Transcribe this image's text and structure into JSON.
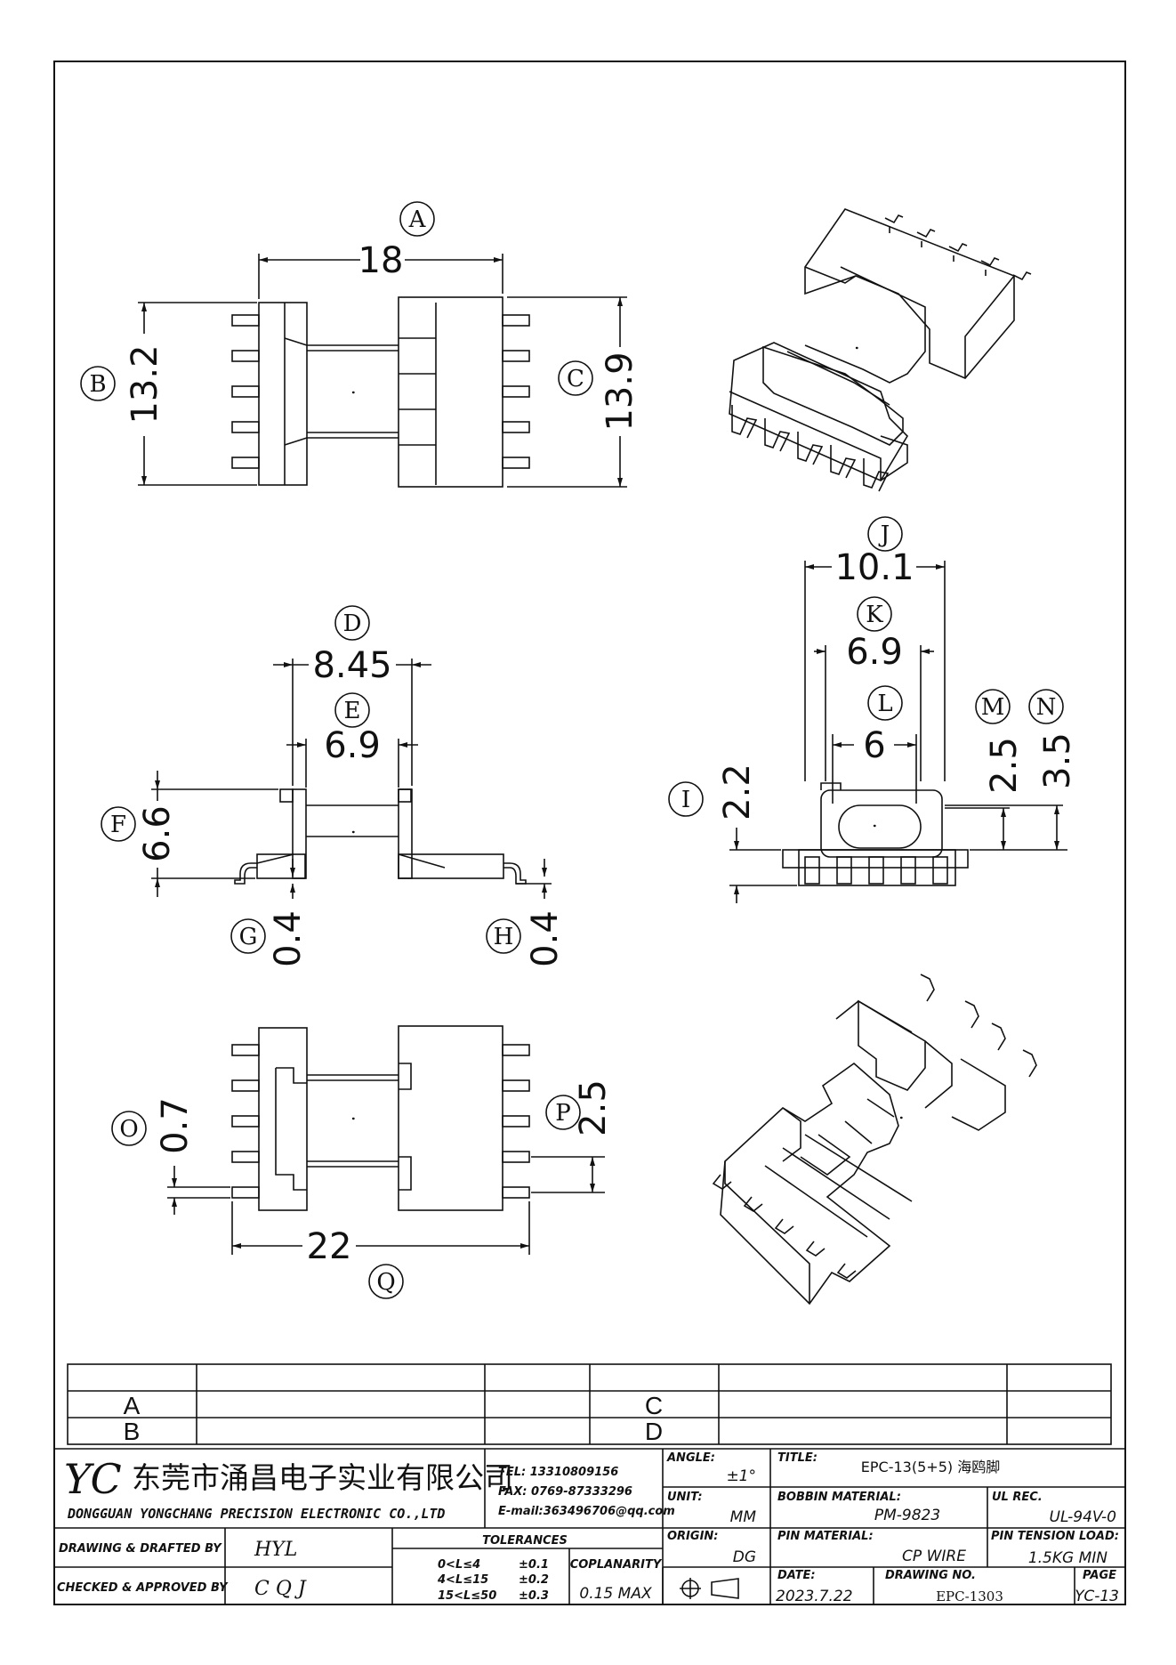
{
  "dimensions": {
    "A": {
      "tag": "A",
      "value": "18"
    },
    "B": {
      "tag": "B",
      "value": "13.2"
    },
    "C": {
      "tag": "C",
      "value": "13.9"
    },
    "D": {
      "tag": "D",
      "value": "8.45"
    },
    "E": {
      "tag": "E",
      "value": "6.9"
    },
    "F": {
      "tag": "F",
      "value": "6.6"
    },
    "G": {
      "tag": "G",
      "value": "0.4"
    },
    "H": {
      "tag": "H",
      "value": "0.4"
    },
    "I": {
      "tag": "I",
      "value": "2.2"
    },
    "J": {
      "tag": "J",
      "value": "10.1"
    },
    "K": {
      "tag": "K",
      "value": "6.9"
    },
    "L": {
      "tag": "L",
      "value": "6"
    },
    "M": {
      "tag": "M",
      "value": "2.5"
    },
    "N": {
      "tag": "N",
      "value": "3.5"
    },
    "O": {
      "tag": "O",
      "value": "0.7"
    },
    "P": {
      "tag": "P",
      "value": "2.5"
    },
    "Q": {
      "tag": "Q",
      "value": "22"
    }
  },
  "revision_table": {
    "row_a": "A",
    "row_b": "B",
    "row_c": "C",
    "row_d": "D"
  },
  "title_block": {
    "logo": "YC",
    "company_cn": "东莞市涌昌电子实业有限公司",
    "company_en": "DONGGUAN YONGCHANG PRECISION ELECTRONIC CO.,LTD",
    "tel": "TEL:  13310809156",
    "fax": "FAX:  0769-87333296",
    "email": "E-mail:363496706@qq.com",
    "angle_label": "ANGLE:",
    "angle_value": "±1°",
    "unit_label": "UNIT:",
    "unit_value": "MM",
    "origin_label": "ORIGIN:",
    "origin_value": "DG",
    "title_label": "TITLE:",
    "title_value": "EPC-13(5+5) 海鸥脚",
    "bobbin_label": "BOBBIN MATERIAL:",
    "bobbin_value": "PM-9823",
    "ul_label": "UL REC.",
    "ul_value": "UL-94V-0",
    "pin_material_label": "PIN MATERIAL:",
    "pin_material_value": "CP WIRE",
    "pin_tension_label": "PIN TENSION LOAD:",
    "pin_tension_value": "1.5KG MIN",
    "date_label": "DATE:",
    "date_value": "2023.7.22",
    "drawing_no_label": "DRAWING NO.",
    "drawing_no_value": "EPC-1303",
    "page_label": "PAGE",
    "page_value": "YC-13",
    "drawn_label": "DRAWING & DRAFTED BY",
    "drawn_value": "HYL",
    "checked_label": "CHECKED & APPROVED BY",
    "checked_value": "C Q J",
    "tolerances_label": "TOLERANCES",
    "tol_1_range": "0<L≤4",
    "tol_1_value": "±0.1",
    "tol_2_range": "4<L≤15",
    "tol_2_value": "±0.2",
    "tol_3_range": "15<L≤50",
    "tol_3_value": "±0.3",
    "coplanarity_label": "COPLANARITY",
    "coplanarity_value": "0.15 MAX"
  }
}
